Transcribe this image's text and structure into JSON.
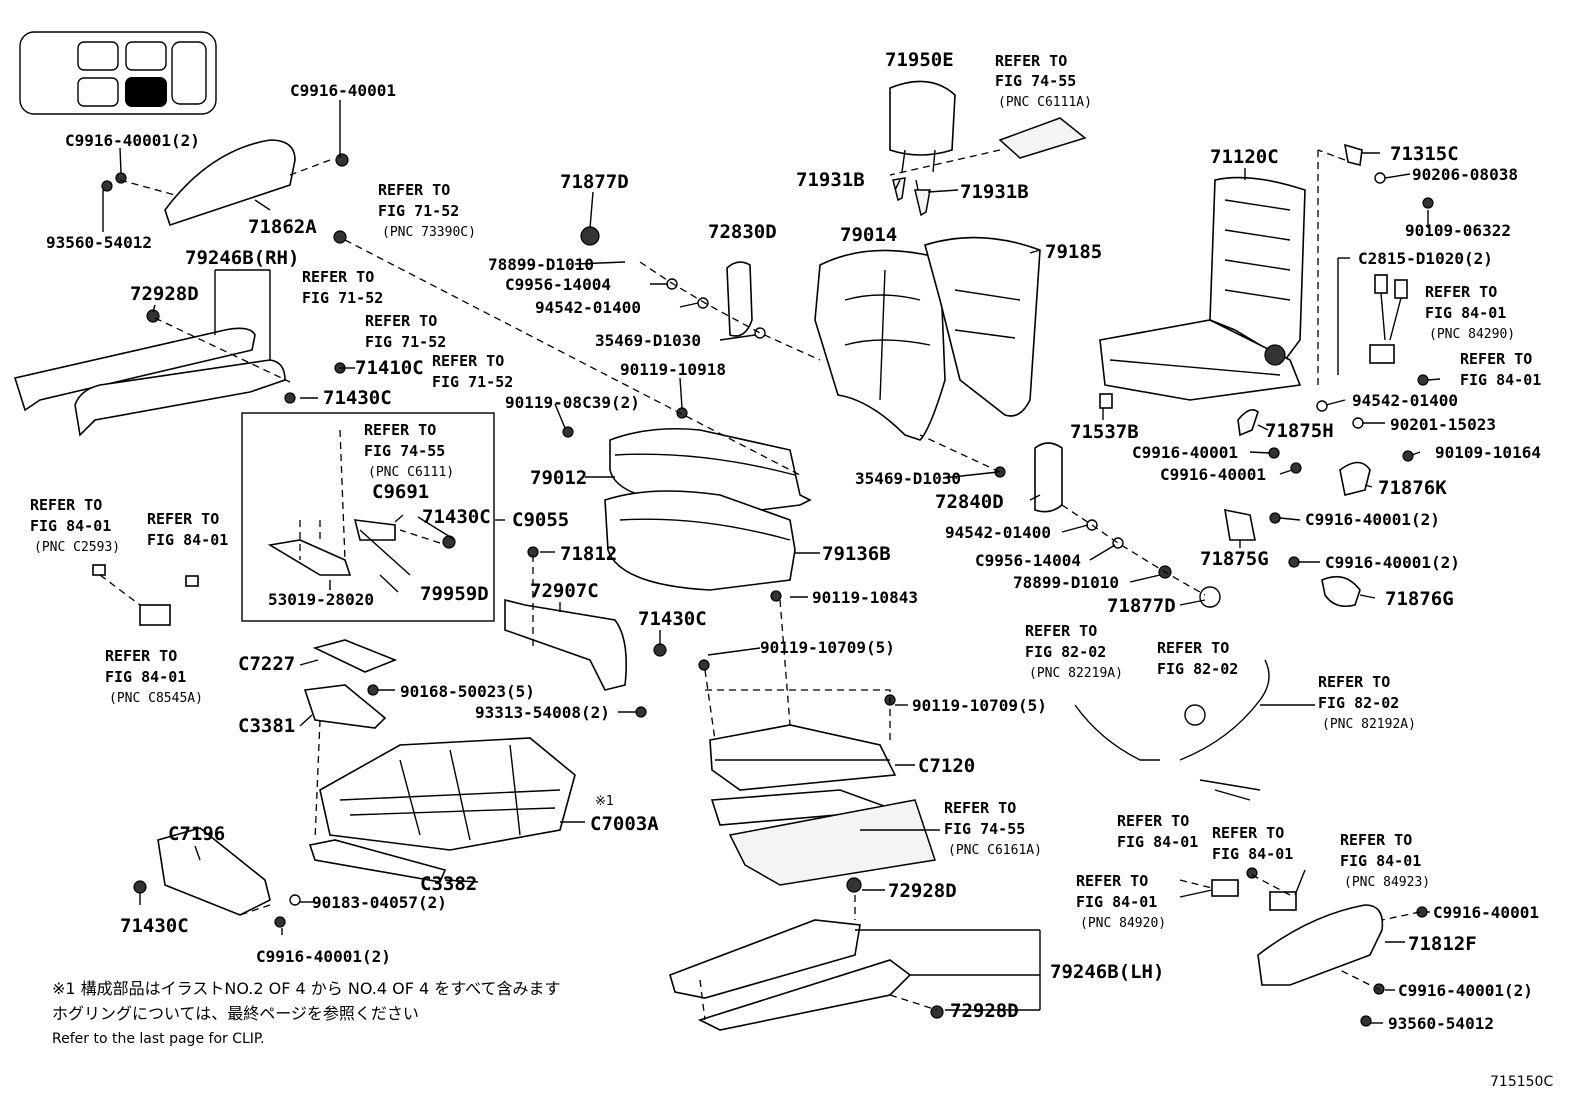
{
  "diagram_code": "715150C",
  "legend": {
    "note1": "※1  構成部品はイラストNO.2 OF 4 から NO.4 OF 4 をすべて含みます",
    "note2": "ホグリングについては、最終ページを参照ください",
    "note3": "Refer to the last page for CLIP.",
    "marker": "※1"
  },
  "parts": {
    "p71950E": "71950E",
    "p71931B_a": "71931B",
    "p71931B_b": "71931B",
    "p79014": "79014",
    "p79185": "79185",
    "p71120C": "71120C",
    "p71315C": "71315C",
    "p90206_08038": "90206-08038",
    "p90109_06322": "90109-06322",
    "pC2815": "C2815-D1020(2)",
    "p71537B": "71537B",
    "p94542_r": "94542-01400",
    "p90201": "90201-15023",
    "p90109_10164": "90109-10164",
    "p71875H": "71875H",
    "pC9916_r1": "C9916-40001",
    "pC9916_r2": "C9916-40001",
    "p71876K": "71876K",
    "pC9916_r3": "C9916-40001(2)",
    "p71875G": "71875G",
    "pC9916_r4": "C9916-40001(2)",
    "p71876G": "71876G",
    "pC9916_top": "C9916-40001",
    "pC9916_2a": "C9916-40001(2)",
    "p93560_a": "93560-54012",
    "p71862A": "71862A",
    "p79246B_RH": "79246B(RH)",
    "p72928D_a": "72928D",
    "p71410C": "71410C",
    "p71430C_a": "71430C",
    "p71877D_a": "71877D",
    "p78899_a": "78899-D1010",
    "pC9956_a": "C9956-14004",
    "p94542_a": "94542-01400",
    "p72830D": "72830D",
    "p35469_a": "35469-D1030",
    "p90119_10918": "90119-10918",
    "p90119_08C39": "90119-08C39(2)",
    "p79012": "79012",
    "p79136B": "79136B",
    "p35469_b": "35469-D1030",
    "p72840D": "72840D",
    "p94542_b": "94542-01400",
    "pC9956_b": "C9956-14004",
    "p78899_b": "78899-D1010",
    "p71877D_b": "71877D",
    "pC9691": "C9691",
    "p71430C_b": "71430C",
    "pC9055": "C9055",
    "p53019": "53019-28020",
    "p79959D": "79959D",
    "p71812": "71812",
    "p72907C": "72907C",
    "p71430C_c": "71430C",
    "p93313": "93313-54008(2)",
    "pC7227": "C7227",
    "p90168": "90168-50023(5)",
    "pC3381": "C3381",
    "pC7003A": "C7003A",
    "pC3382": "C3382",
    "pC7196": "C7196",
    "p71430C_d": "71430C",
    "p90183": "90183-04057(2)",
    "pC9916_bot": "C9916-40001(2)",
    "p90119_10843": "90119-10843",
    "p90119_10709_a": "90119-10709(5)",
    "p90119_10709_b": "90119-10709(5)",
    "pC7120": "C7120",
    "p72928D_b": "72928D",
    "p79246B_LH": "79246B(LH)",
    "p72928D_c": "72928D",
    "pC9916_br": "C9916-40001",
    "p71812F": "71812F",
    "pC9916_br2": "C9916-40001(2)",
    "p93560_b": "93560-54012"
  },
  "refs": {
    "r1": {
      "l1": "REFER TO",
      "l2": "FIG 74-55",
      "pnc": "(PNC C6111A)"
    },
    "r2": {
      "l1": "REFER TO",
      "l2": "FIG 71-52",
      "pnc": "(PNC 73390C)"
    },
    "r3": {
      "l1": "REFER TO",
      "l2": "FIG 71-52"
    },
    "r4": {
      "l1": "REFER TO",
      "l2": "FIG 71-52"
    },
    "r5": {
      "l1": "REFER TO",
      "l2": "FIG 71-52"
    },
    "r6": {
      "l1": "REFER TO",
      "l2": "FIG 74-55",
      "pnc": "(PNC C6111)"
    },
    "r7": {
      "l1": "REFER TO",
      "l2": "FIG 84-01",
      "pnc": "(PNC C2593)"
    },
    "r8": {
      "l1": "REFER TO",
      "l2": "FIG 84-01"
    },
    "r9": {
      "l1": "REFER TO",
      "l2": "FIG 84-01",
      "pnc": "(PNC C8545A)"
    },
    "r10": {
      "l1": "REFER TO",
      "l2": "FIG 84-01",
      "pnc": "(PNC 84290)"
    },
    "r11": {
      "l1": "REFER TO",
      "l2": "FIG 84-01"
    },
    "r12": {
      "l1": "REFER TO",
      "l2": "FIG 82-02",
      "pnc": "(PNC 82219A)"
    },
    "r13": {
      "l1": "REFER TO",
      "l2": "FIG 82-02"
    },
    "r14": {
      "l1": "REFER TO",
      "l2": "FIG 82-02",
      "pnc": "(PNC 82192A)"
    },
    "r15": {
      "l1": "REFER TO",
      "l2": "FIG 74-55",
      "pnc": "(PNC C6161A)"
    },
    "r16": {
      "l1": "REFER TO",
      "l2": "FIG 84-01"
    },
    "r17": {
      "l1": "REFER TO",
      "l2": "FIG 84-01"
    },
    "r18": {
      "l1": "REFER TO",
      "l2": "FIG 84-01",
      "pnc": "(PNC 84923)"
    },
    "r19": {
      "l1": "REFER TO",
      "l2": "FIG 84-01",
      "pnc": "(PNC 84920)"
    }
  }
}
